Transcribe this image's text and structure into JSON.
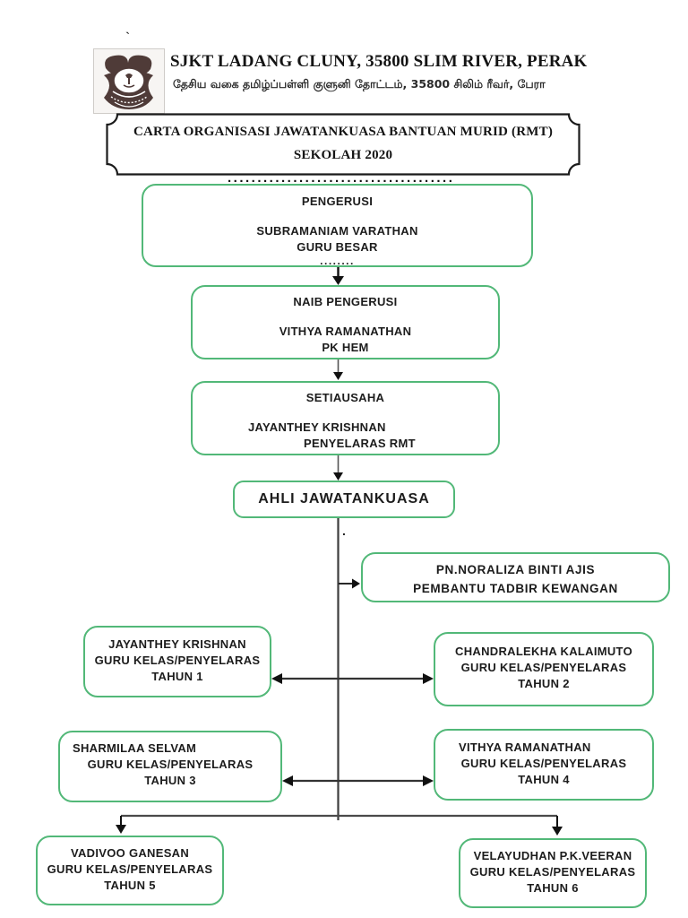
{
  "document": {
    "stray_mark": "`",
    "header": {
      "school_name": "SJKT LADANG CLUNY, 35800 SLIM RIVER, PERAK",
      "school_subtitle_tamil": "தேசிய வகை தமிழ்ப்பள்ளி குளுனி தோட்டம், 35800 சிலிம் ரீவர், பேரா"
    },
    "title_plaque": {
      "line1": "CARTA ORGANISASI JAWATANKUASA BANTUAN MURID (RMT)",
      "line2": "SEKOLAH 2020"
    },
    "decor": {
      "dotted_divider": "......................................",
      "dotted_small": "........",
      "stray_dot": "."
    }
  },
  "org": {
    "pengerusi": {
      "role": "PENGERUSI",
      "name": "SUBRAMANIAM VARATHAN",
      "title": "GURU BESAR"
    },
    "naib_pengerusi": {
      "role": "NAIB PENGERUSI",
      "name": "VITHYA RAMANATHAN",
      "title": "PK HEM"
    },
    "setiausaha": {
      "role": "SETIAUSAHA",
      "name": "JAYANTHEY KRISHNAN",
      "title": "PENYELARAS RMT"
    },
    "ahli_jawatankuasa": {
      "label": "AHLI JAWATANKUASA"
    },
    "pembantu_tadbir": {
      "name": "PN.NORALIZA BINTI AJIS",
      "title": "PEMBANTU TADBIR KEWANGAN"
    },
    "tahun1": {
      "name": "JAYANTHEY KRISHNAN",
      "role": "GURU KELAS/PENYELARAS",
      "unit": "TAHUN 1"
    },
    "tahun2": {
      "name": "CHANDRALEKHA KALAIMUTO",
      "role": "GURU KELAS/PENYELARAS",
      "unit": "TAHUN 2"
    },
    "tahun3": {
      "name": "SHARMILAA SELVAM",
      "role": "GURU KELAS/PENYELARAS",
      "unit": "TAHUN 3"
    },
    "tahun4": {
      "name": "VITHYA RAMANATHAN",
      "role": "GURU KELAS/PENYELARAS",
      "unit": "TAHUN 4"
    },
    "tahun5": {
      "name": "VADIVOO GANESAN",
      "role": "GURU KELAS/PENYELARAS",
      "unit": "TAHUN 5"
    },
    "tahun6": {
      "name": "VELAYUDHAN P.K.VEERAN",
      "role": "GURU KELAS/PENYELARAS",
      "unit": "TAHUN 6"
    }
  },
  "colors": {
    "box_border_green": "#52b878",
    "connector_gray": "#4a4a4a",
    "text_black": "#1d1d1d",
    "logo_maroon": "#4f3b38"
  }
}
